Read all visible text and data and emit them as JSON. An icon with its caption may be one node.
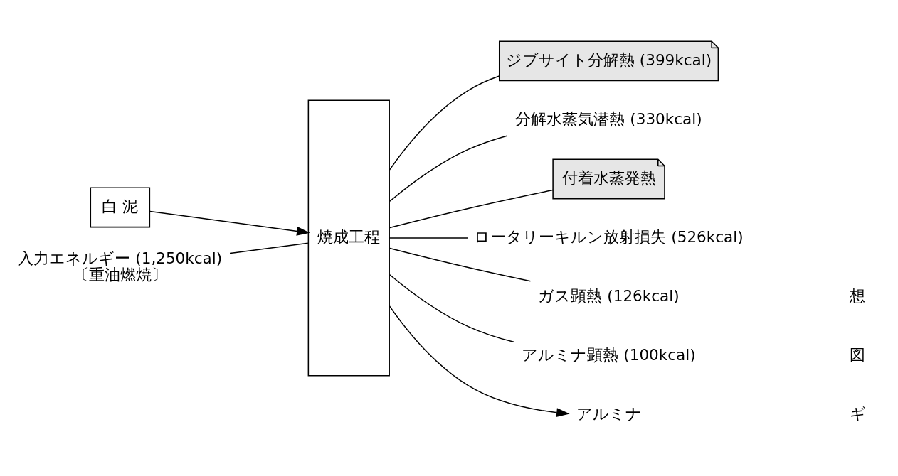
{
  "diagram": {
    "nodes": [
      {
        "text": [
          "白 泥"
        ]
      },
      {
        "text": [
          "入力エネルギー (1,250kcal)",
          "〔重油燃焼〕"
        ]
      },
      {
        "text": [
          "焼成工程"
        ]
      },
      {
        "text": [
          "ジブサイト分解熱 (399kcal)"
        ]
      },
      {
        "text": [
          "分解水蒸気潜熱 (330kcal)"
        ]
      },
      {
        "text": [
          "付着水蒸発熱"
        ]
      },
      {
        "text": [
          "ロータリーキルン放射損失 (526kcal)"
        ]
      },
      {
        "text": [
          "ガス顕熱 (126kcal)"
        ]
      },
      {
        "text": [
          "アルミナ顕熱 (100kcal)"
        ]
      },
      {
        "text": [
          "アルミナ"
        ]
      }
    ],
    "edges": [
      {
        "from": 0,
        "to": 2,
        "arrow": "to"
      },
      {
        "from": 1,
        "to": 2,
        "arrow": "none"
      },
      {
        "from": 2,
        "to": 3,
        "arrow": "none"
      },
      {
        "from": 2,
        "to": 4,
        "arrow": "none"
      },
      {
        "from": 2,
        "to": 5,
        "arrow": "none"
      },
      {
        "from": 2,
        "to": 6,
        "arrow": "none"
      },
      {
        "from": 2,
        "to": 7,
        "arrow": "none"
      },
      {
        "from": 2,
        "to": 8,
        "arrow": "none"
      },
      {
        "from": 2,
        "to": 9,
        "arrow": "to"
      }
    ],
    "labels": [
      "図",
      "想",
      "ギ"
    ]
  }
}
